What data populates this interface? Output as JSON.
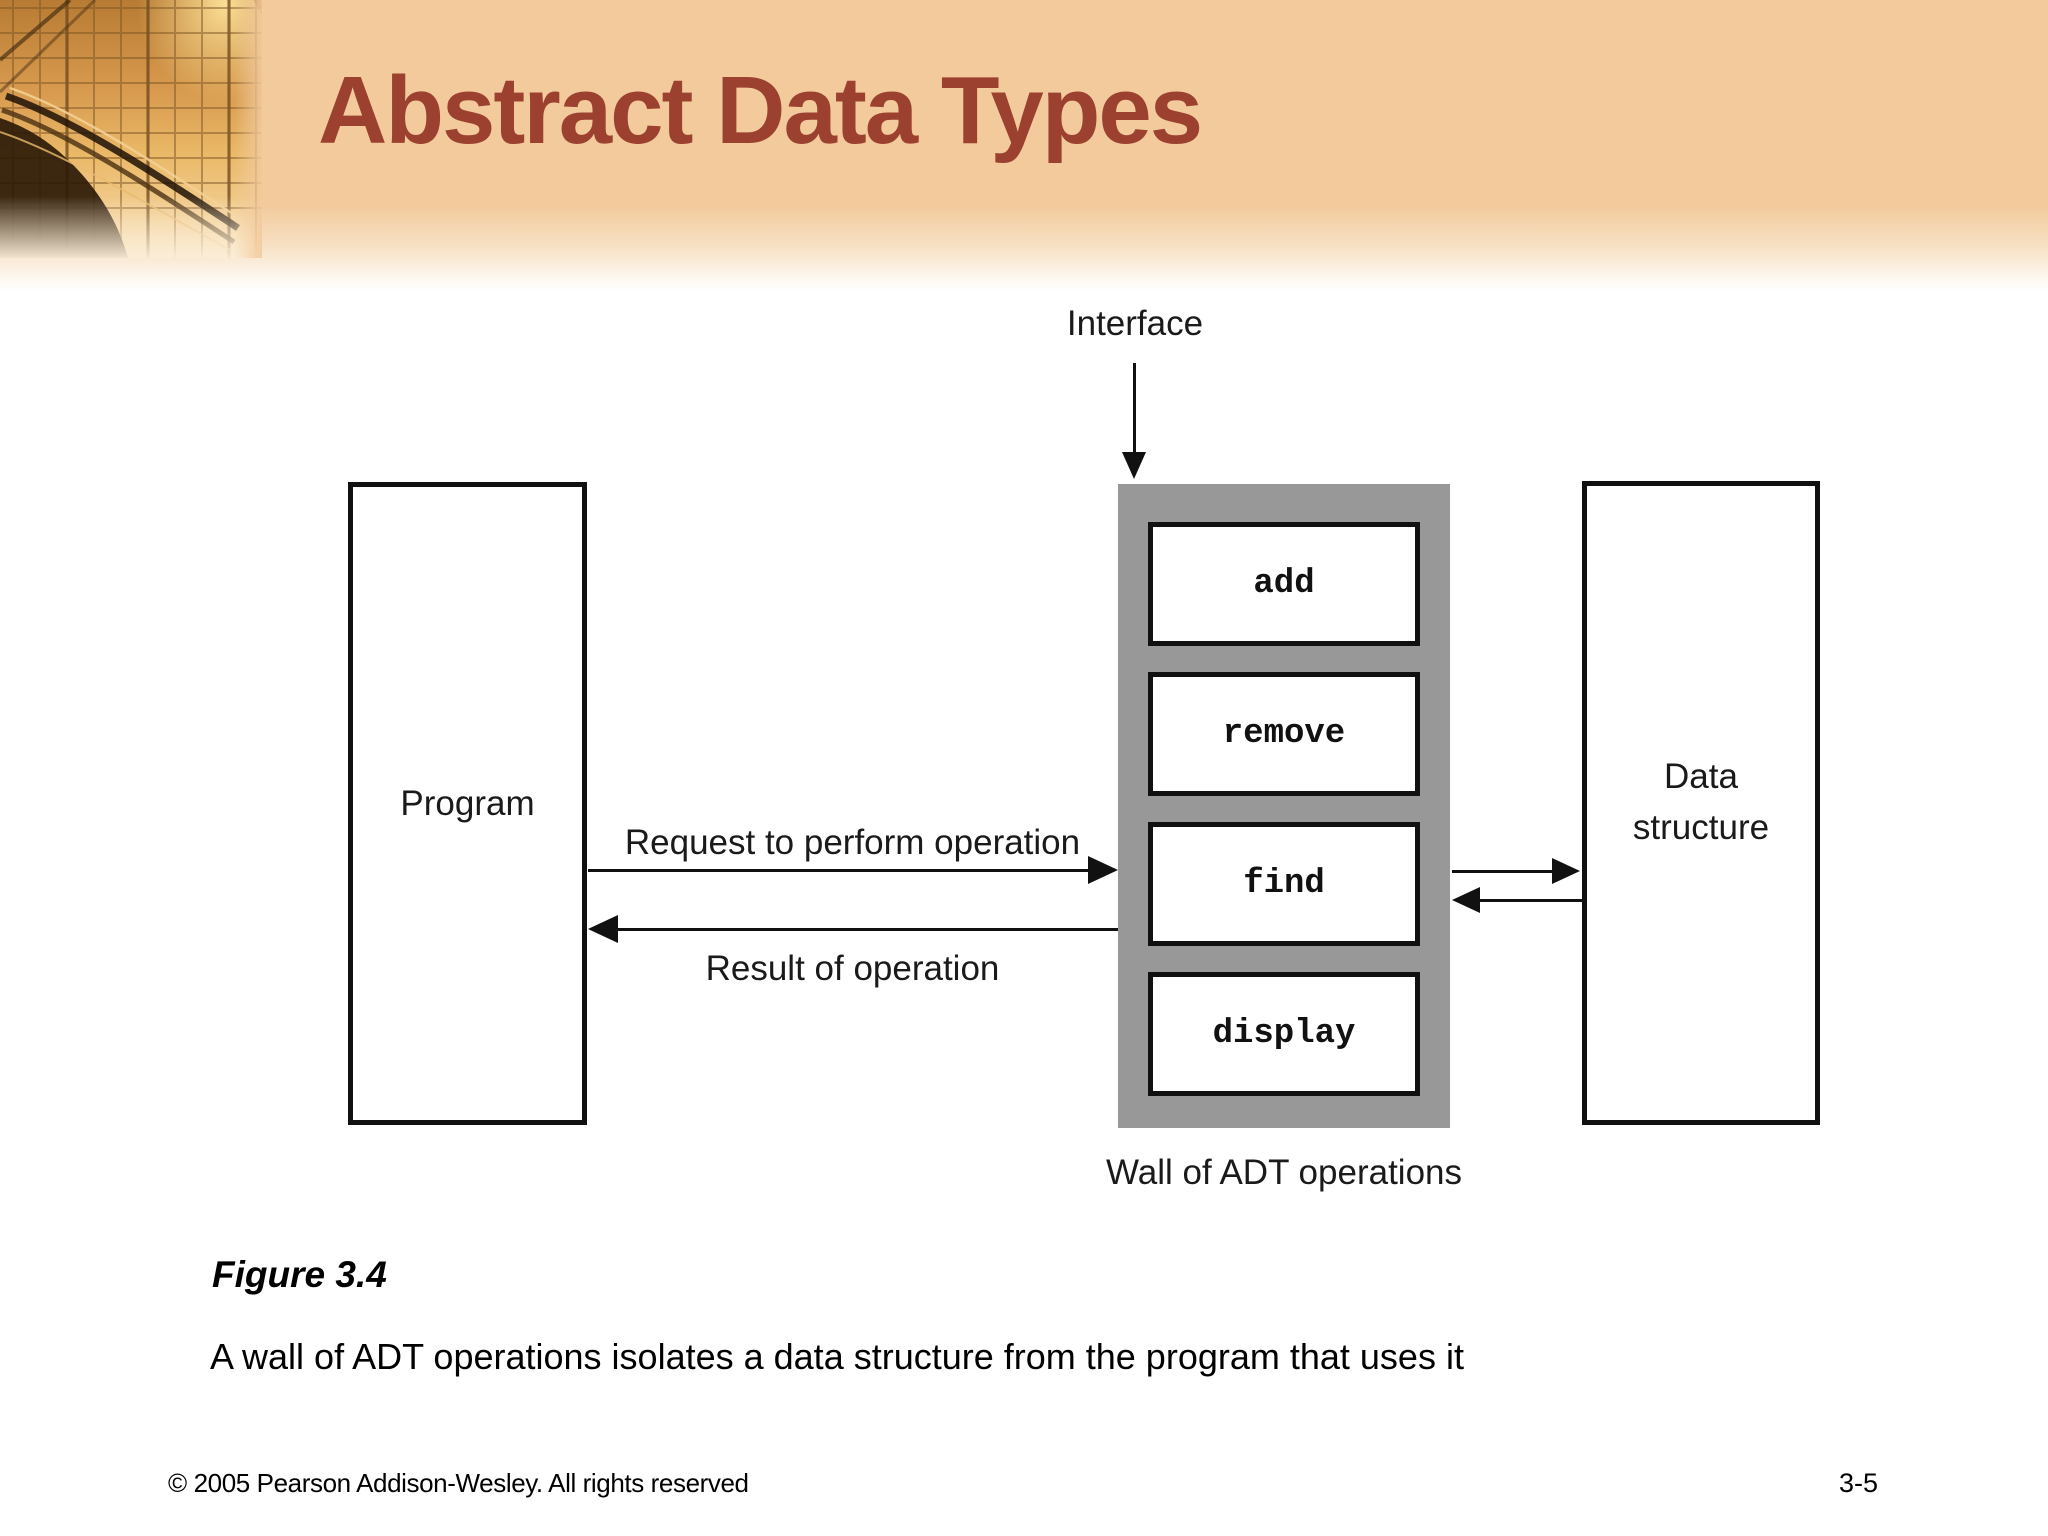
{
  "slide": {
    "title": "Abstract Data Types",
    "figure_label": "Figure 3.4",
    "caption": "A wall of ADT operations isolates a data structure from the program that uses it",
    "footer": "© 2005 Pearson Addison-Wesley. All rights reserved",
    "page_number": "3-5"
  },
  "diagram": {
    "interface_label": "Interface",
    "program_label": "Program",
    "data_structure_line1": "Data",
    "data_structure_line2": "structure",
    "wall_label": "Wall of ADT operations",
    "request_label": "Request to perform operation",
    "result_label": "Result of operation",
    "operations": [
      "add",
      "remove",
      "find",
      "display"
    ]
  },
  "colors": {
    "banner_peach": "#f2ca9c",
    "title_red": "#9c4130",
    "wall_gray": "#989898",
    "line_black": "#111111"
  }
}
